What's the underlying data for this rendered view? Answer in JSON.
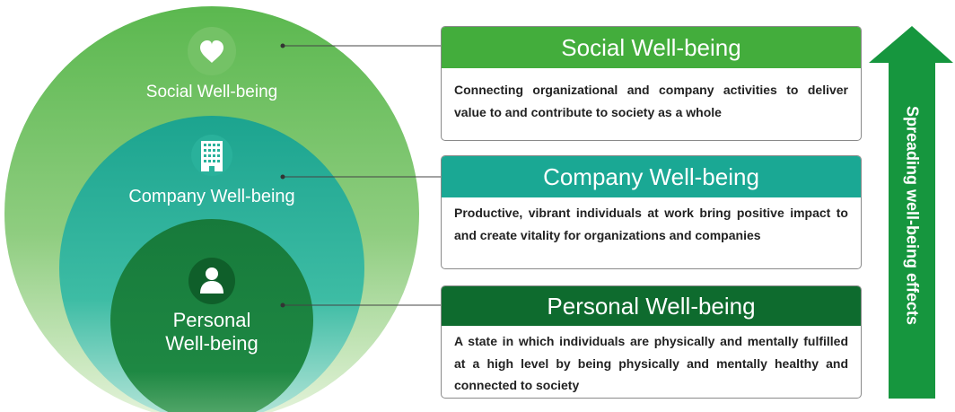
{
  "circles": {
    "social_label": "Social Well-being",
    "company_label": "Company Well-being",
    "personal_label_line1": "Personal",
    "personal_label_line2": "Well-being"
  },
  "icons": {
    "social": "heart-icon",
    "company": "building-icon",
    "personal": "person-icon"
  },
  "cards": {
    "social": {
      "title": "Social Well-being",
      "text": "Connecting organizational and company activities to deliver value to and contribute to society as a whole"
    },
    "company": {
      "title": "Company Well-being",
      "text": "Productive, vibrant individuals at work bring positive impact to and create vitality for organizations and companies"
    },
    "personal": {
      "title": "Personal Well-being",
      "text": "A state in which individuals are physically and mentally fulfilled at a high level by being physically and mentally healthy and connected to society"
    }
  },
  "arrow": {
    "label": "Spreading well-being effects"
  },
  "colors": {
    "social_green": "#43ad3c",
    "company_teal": "#1aa894",
    "personal_dark_green": "#0e6b2e",
    "arrow_green": "#16963e"
  }
}
